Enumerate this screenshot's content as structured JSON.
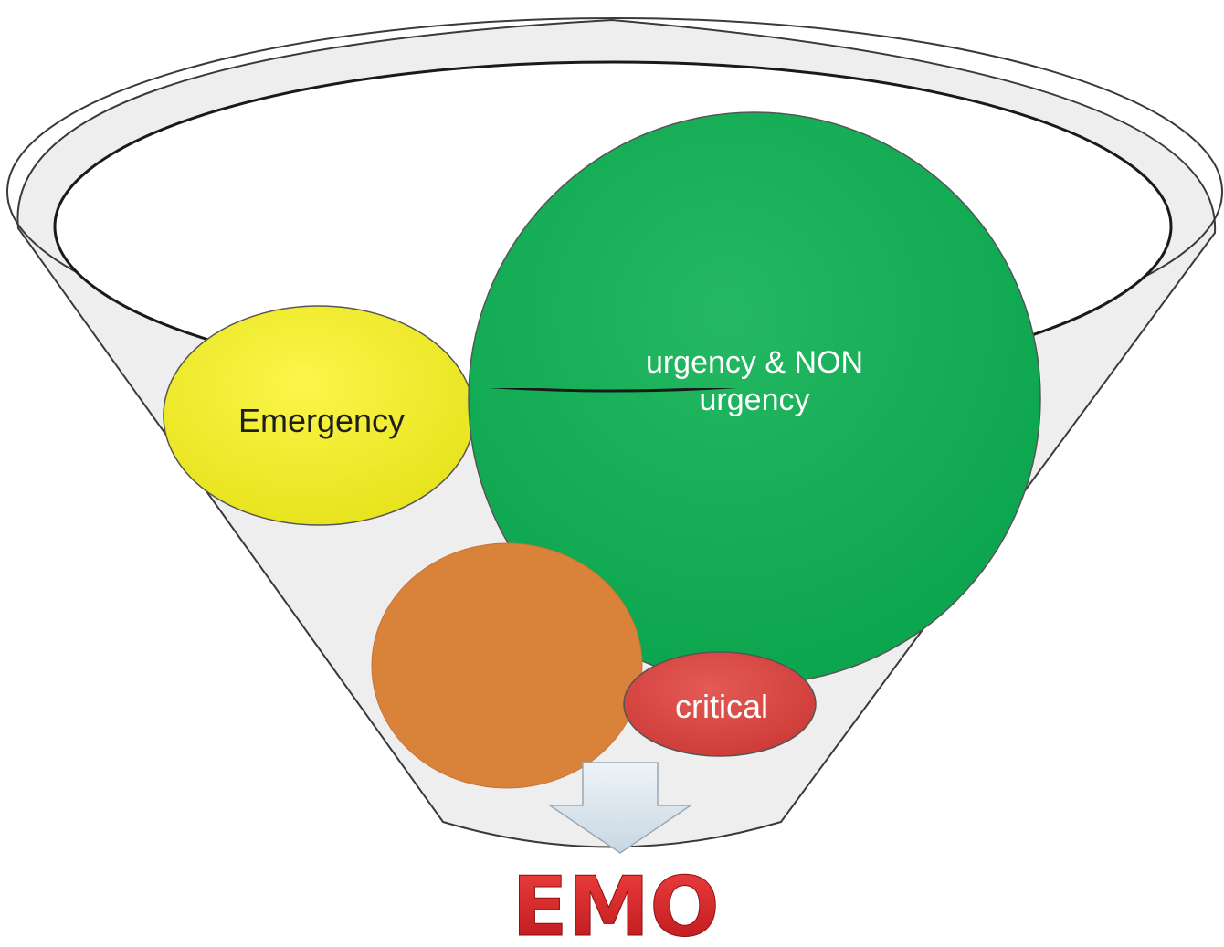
{
  "diagram": {
    "bubbles": [
      {
        "id": "emergency",
        "label": "Emergency",
        "color": "#f2ee1a"
      },
      {
        "id": "urgency",
        "label_lines": [
          "urgency & NON",
          "urgency"
        ],
        "color": "#12ac55"
      },
      {
        "id": "unlabeled-orange",
        "label": "",
        "color": "#d9823a"
      },
      {
        "id": "critical",
        "label": "critical",
        "color": "#d8443f"
      }
    ],
    "funnel_color": "#eeeeee",
    "arrow_color": "#d6e2ec",
    "output": {
      "label": "EMO",
      "color": "#d9262a"
    }
  }
}
